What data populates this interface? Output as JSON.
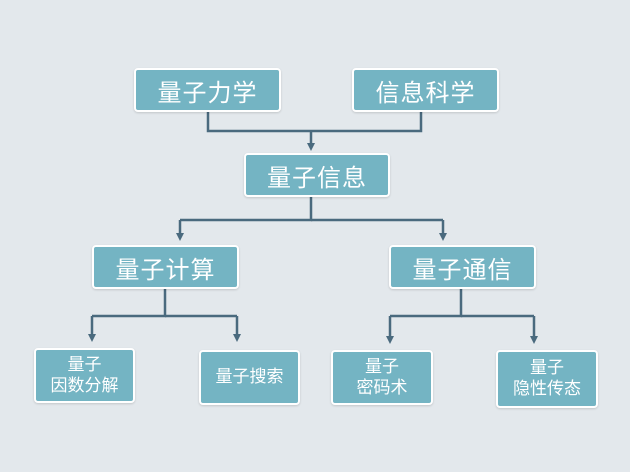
{
  "colors": {
    "background": "#e3e8ec",
    "node_fill": "#74b4c3",
    "node_border": "#ffffff",
    "node_text": "#ffffff",
    "connector": "#4a6a7e"
  },
  "nodes": {
    "quantum_mechanics": "量子力学",
    "information_science": "信息科学",
    "quantum_information": "量子信息",
    "quantum_computing": "量子计算",
    "quantum_communication": "量子通信",
    "factorization": "量子\n因数分解",
    "quantum_search": "量子搜索",
    "cryptography": "量子\n密码术",
    "teleportation": "量子\n隐性传态"
  }
}
